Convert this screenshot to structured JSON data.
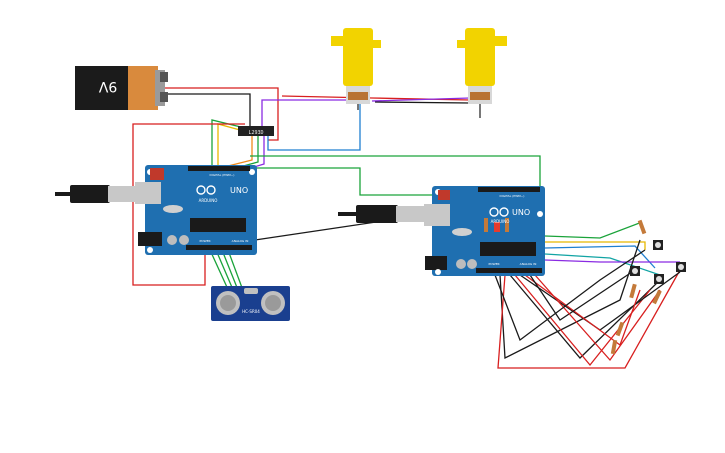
{
  "battery": {
    "label": "9V"
  },
  "arduino_left": {
    "brand": "ARDUINO",
    "model": "UNO",
    "digital": "DIGITAL (PWM~)",
    "analog": "ANALOG IN",
    "power": "POWER"
  },
  "arduino_right": {
    "brand": "ARDUINO",
    "model": "UNO",
    "digital": "DIGITAL (PWM~)",
    "analog": "ANALOG IN",
    "power": "POWER"
  },
  "sensor": {
    "model": "HC-SR04"
  },
  "driver": {
    "label": "L293D"
  },
  "colors": {
    "board": "#1f6fb0",
    "board_dark": "#16558a",
    "motor": "#f2d300",
    "wire_red": "#d81f1f",
    "wire_black": "#1a1a1a",
    "wire_green": "#1aa33a",
    "wire_blue": "#1f7fd1",
    "wire_yellow": "#e6b800",
    "wire_orange": "#f08a1a",
    "wire_purple": "#8a2be2"
  }
}
